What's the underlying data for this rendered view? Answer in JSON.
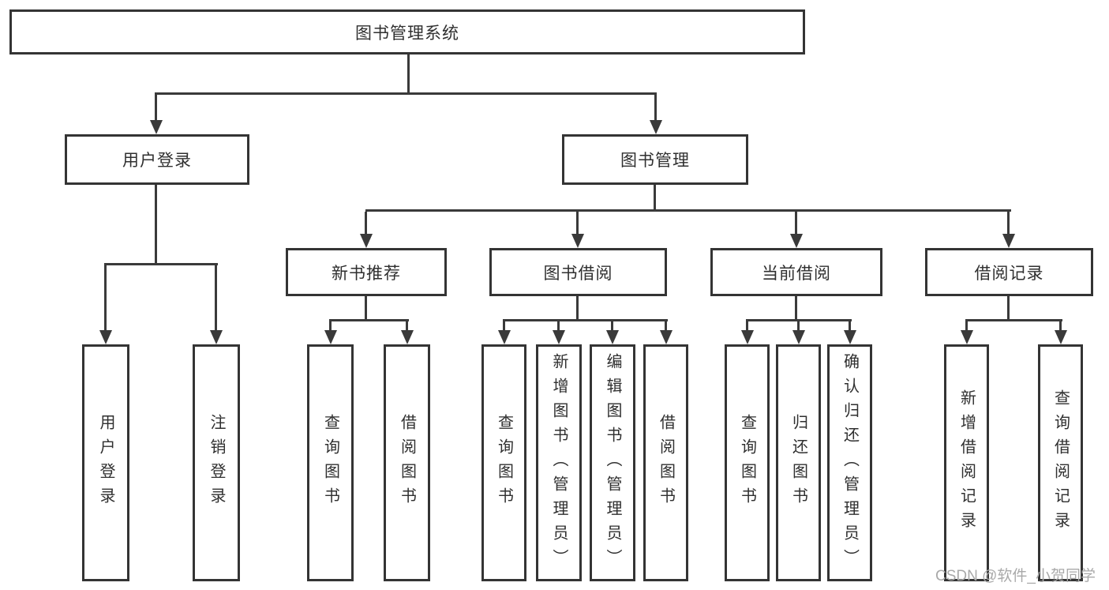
{
  "diagram": {
    "root": "图书管理系统",
    "branches": {
      "user": "用户登录",
      "book": "图书管理"
    },
    "modules": {
      "recommend": "新书推荐",
      "borrow": "图书借阅",
      "current": "当前借阅",
      "records": "借阅记录"
    },
    "leaves": {
      "user_login": "用户登录",
      "user_logout": "注销登录",
      "rec_query_book": "查询图书",
      "rec_borrow_book": "借阅图书",
      "bor_query_book": "查询图书",
      "bor_add_book": "新增图书（管理员）",
      "bor_edit_book": "编辑图书（管理员）",
      "bor_borrow_book": "借阅图书",
      "cur_query_book": "查询图书",
      "cur_return_book": "归还图书",
      "cur_confirm_return": "确认归还（管理员）",
      "log_add_record": "新增借阅记录",
      "log_query_record": "查询借阅记录"
    },
    "colors": {
      "line": "#3a3a3a",
      "border": "#343434",
      "text": "#2f2f2f",
      "watermark": "#a9a9a9"
    }
  },
  "watermark": "CSDN @软件_小贺同学"
}
